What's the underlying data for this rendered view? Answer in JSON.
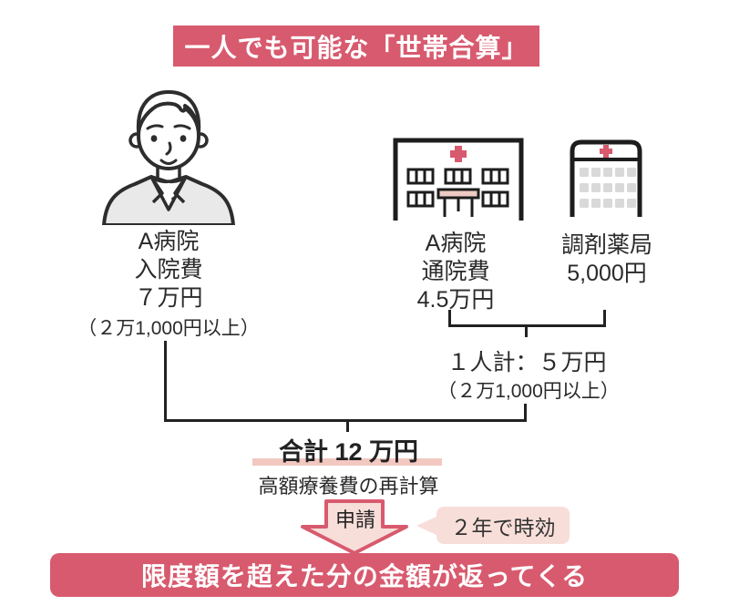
{
  "title": {
    "label": "一人でも可能な「世帯合算」"
  },
  "person": {
    "icon": "man-illustration",
    "lines": [
      "A病院",
      "入院費",
      "７万円"
    ],
    "note": "（２万1,000円以上）"
  },
  "hospital": {
    "icon": "hospital-building-icon",
    "lines": [
      "A病院",
      "通院費",
      "4.5万円"
    ]
  },
  "pharmacy": {
    "icon": "pharmacy-building-icon",
    "lines": [
      "調剤薬局",
      "5,000円"
    ]
  },
  "subtotal": {
    "label": "１人計：５万円",
    "note": "（２万1,000円以上）"
  },
  "total": {
    "label": "合計 12 万円",
    "recalc": "高額療養費の再計算"
  },
  "apply_arrow": {
    "label": "申請"
  },
  "deadline_badge": {
    "label": "２年で時効"
  },
  "result": {
    "label": "限度額を超えた分の金額が返ってくる"
  },
  "colors": {
    "accent_red": "#d85a6e",
    "light_pink": "#f8ded9",
    "salmon_underline": "#f2c8c1",
    "window_grey": "#d9d9d9",
    "line_dark": "#222222"
  }
}
